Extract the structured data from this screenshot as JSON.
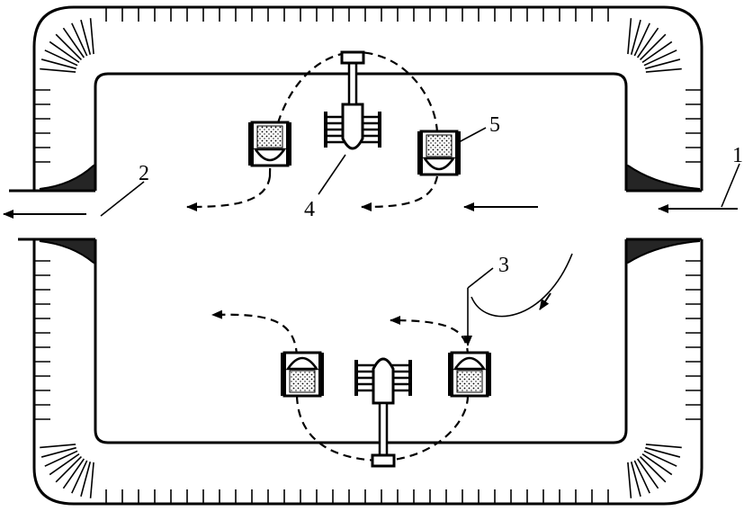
{
  "labels": {
    "inlet": "1",
    "outlet": "2",
    "flow": "3",
    "center_unit": "4",
    "side_unit": "5"
  },
  "colors": {
    "ink": "#000000",
    "background": "#ffffff"
  }
}
